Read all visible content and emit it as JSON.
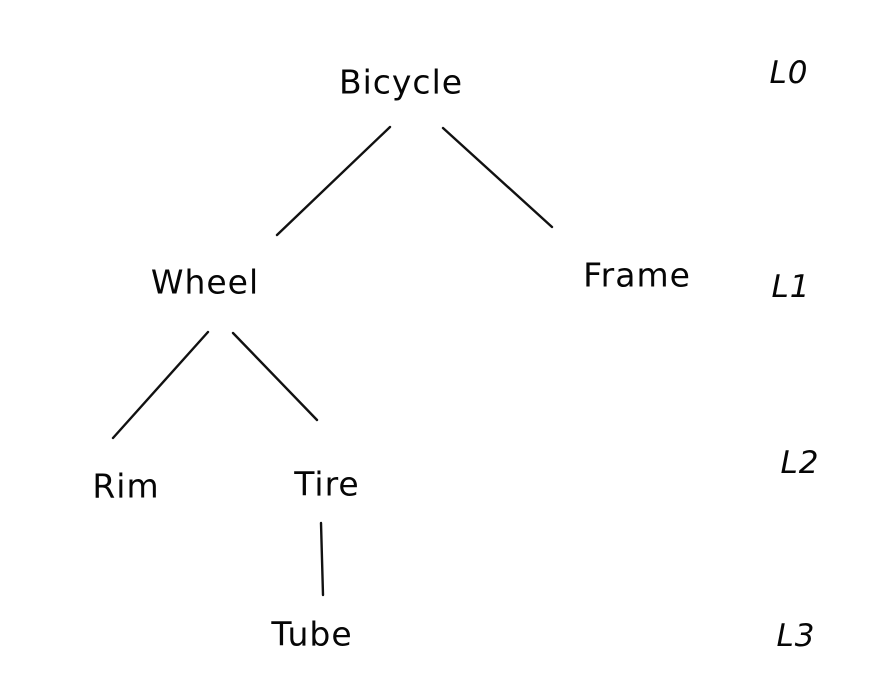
{
  "diagram": {
    "type": "tree",
    "ink_color": "#000000",
    "background_color": "#ffffff",
    "nodes": [
      {
        "label": "Bicycle",
        "level": 0
      },
      {
        "label": "Wheel",
        "level": 1
      },
      {
        "label": "Frame",
        "level": 1
      },
      {
        "label": "Rim",
        "level": 2
      },
      {
        "label": "Tire",
        "level": 2
      },
      {
        "label": "Tube",
        "level": 3
      }
    ],
    "edges": [
      {
        "from": "Bicycle",
        "to": "Wheel"
      },
      {
        "from": "Bicycle",
        "to": "Frame"
      },
      {
        "from": "Wheel",
        "to": "Rim"
      },
      {
        "from": "Wheel",
        "to": "Tire"
      },
      {
        "from": "Tire",
        "to": "Tube"
      }
    ],
    "level_labels": [
      "L0",
      "L1",
      "L2",
      "L3"
    ]
  }
}
